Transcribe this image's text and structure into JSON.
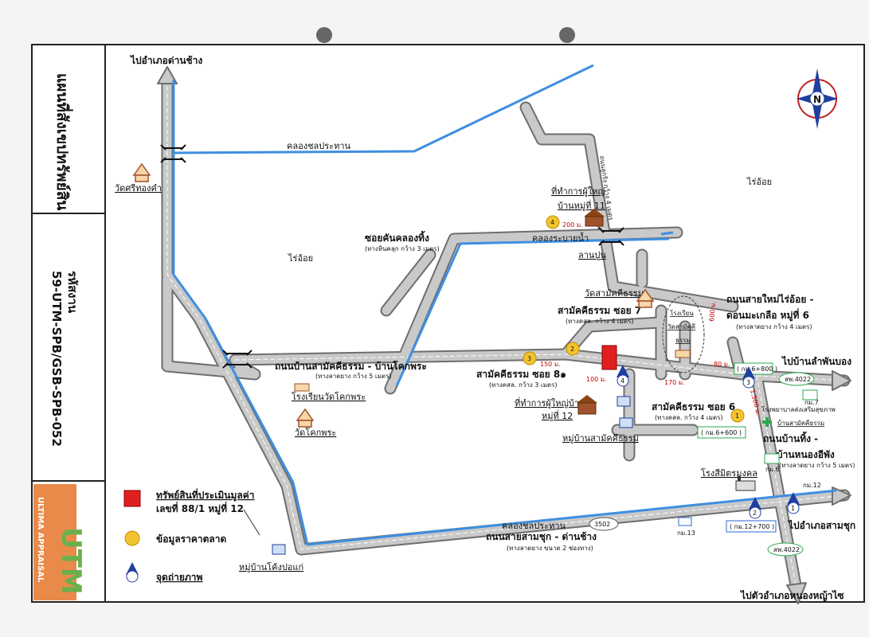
{
  "sidebar": {
    "title": "แผนที่สังเขปทรัพย์สิน",
    "code_label": "รหัสงาน",
    "code": "59-UTM-SPB/GSB-SPB-052",
    "logo_text": "UTM",
    "logo_sub": "ULTIMA APPRAISAL"
  },
  "destinations": {
    "dan_chang": "ไปอำเภอด่านช้าง",
    "lam_phan_bong": "ไปบ้านลำพันบอง",
    "sam_chuk": "ไปอำเภอสามชุก",
    "nong_ya_sai": "ไปตัวอำเภอหนองหญ้าไซ"
  },
  "areas": {
    "rai_oi_1": "ไร่อ้อย",
    "rai_oi_2": "ไร่อ้อย"
  },
  "canals": {
    "chon_prathan_top": "คลองชลประทาน",
    "rabai_nam": "คลองระบายน้ำ",
    "chon_prathan_bottom": "คลองชลประทาน"
  },
  "roads": {
    "soi_khan_khlong_thing": "ซอยคันคลองทิ้ง",
    "soi_khan_khlong_thing_sub": "(ทางหินคลุก กว้าง 3 เมตร)",
    "ban_samakkhi_tham": "ถนนบ้านสามัคคีธรรม - บ้านโคกพระ",
    "ban_samakkhi_tham_sub": "(ทางลาดยาง กว้าง 5 เมตร)",
    "soi_7": "สามัคคีธรรม ซอย 7",
    "soi_7_sub": "(ทางคสล. กว้าง 4 เมตร)",
    "soi_8": "สามัคคีธรรม ซอย 8๑",
    "soi_8_sub": "(ทางคสล. กว้าง 3 เมตร)",
    "soi_6": "สามัคคีธรรม ซอย 6",
    "soi_6_sub": "(ทางคสล. กว้าง 4 เมตร)",
    "rai_oi_donmaklua_1": "ถนนสายใหม่ไร่อ้อย -",
    "rai_oi_donmaklua_2": "ดอนมะเกลือ หมู่ที่ 6",
    "rai_oi_donmaklua_sub": "(ทางลาดยาง กว้าง 4 เมตร)",
    "ban_thing_1": "ถนนบ้านทิ้ง -",
    "ban_thing_2": "บ้านหนองอีพัง",
    "ban_thing_sub": "(ทางลาดยาง กว้าง 5 เมตร)",
    "sam_chuk_dan_chang": "ถนนสายสามชุก - ด่านช้าง",
    "sam_chuk_dan_chang_sub": "(ทางลาดยาง ขนาด 2 ช่องทาง)",
    "vertical_road": "ถนนลูกรัง กว้าง 4 เมตร"
  },
  "places": {
    "wat_si_thong_kham": "วัดศรีทองคำ",
    "phu_yai_11_1": "ที่ทำการผู้ใหญ่",
    "phu_yai_11_2": "บ้านหมู่ที่ 11",
    "lan_pun": "ลานปูน",
    "wat_samakkhi_tham": "วัดสามัคคีธรรม",
    "school_samakkhi_1": "โรงเรียน",
    "school_samakkhi_2": "วัดสามัคคี",
    "school_samakkhi_3": "ธรรม",
    "school_khok_phra": "โรงเรียนวัดโคกพระ",
    "wat_khok_phra": "วัดโคกพระ",
    "phu_yai_12_1": "ที่ทำการผู้ใหญ่บ้าน",
    "phu_yai_12_2": "หมู่ที่ 12",
    "village_samakkhi": "หมู่บ้านสามัคคีธรรม",
    "hospital_1": "โรงพยาบาลส่งเสริมสุขภาพ",
    "hospital_2": "บ้านสามัคคีธรรม",
    "rong_si_mongkhon": "โรงสีมิตรมงคล",
    "village_khong_pon": "หมู่บ้านโค้งปอแก่"
  },
  "markers": {
    "km_6800": "( กม.6+800 )",
    "km_6600": "( กม.6+600 )",
    "km_12700": "( กม.12+700 )",
    "km_7": "กม.7",
    "km_6": "กม.6",
    "km_12": "กม.12",
    "km_13": "กม.13",
    "route_4022_a": "สพ.4022",
    "route_4022_b": "สพ.4022",
    "route_3502": "3502"
  },
  "distances": {
    "d200": "200 ม.",
    "d150": "150 ม.",
    "d100": "100 ม.",
    "d170": "170 ม.",
    "d80": "80 ม.",
    "d600": "600 ม.",
    "d1500": "1,500 ม."
  },
  "price_points": [
    "1",
    "2",
    "3",
    "4"
  ],
  "photo_points": [
    "1",
    "2",
    "3",
    "4"
  ],
  "compass": {
    "label": "N"
  },
  "legend": {
    "property_line1": "ทรัพย์สินที่ประเมินมูลค่า",
    "property_line2": "เลขที่ 88/1 หมู่ที่ 12",
    "market": "ข้อมูลราคาตลาด",
    "photo": "จุดถ่ายภาพ"
  },
  "colors": {
    "road_fill": "#c9c9c9",
    "road_edge": "#6e6e6e",
    "canal": "#3f8fe0",
    "property": "#e02020",
    "price_point": "#f4c430",
    "photo_point": "#1f3fa0",
    "logo_orange": "#e98a4a",
    "logo_green": "#6ab04c"
  }
}
